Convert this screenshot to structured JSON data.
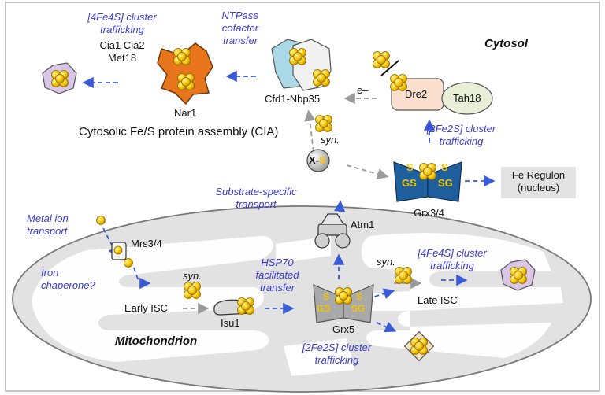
{
  "compartments": {
    "cytosol": "Cytosol",
    "mitochondrion": "Mitochondrion"
  },
  "labels": {
    "cluster_4fe4s_top": [
      "[4Fe4S] cluster",
      "trafficking"
    ],
    "cia_components": [
      "Cia1 Cia2",
      "Met18"
    ],
    "ntpase": [
      "NTPase",
      "cofactor",
      "transfer"
    ],
    "nar1": "Nar1",
    "cfd1_nbp35": "Cfd1-Nbp35",
    "cia_title": "Cytosolic Fe/S protein assembly (CIA)",
    "electron": "e–",
    "dre2": "Dre2",
    "tah18": "Tah18",
    "syn_cyto": "syn.",
    "xs_x": "X-",
    "xs_s": "S",
    "cluster_2fe2s_cyto": [
      "[2Fe2S] cluster",
      "trafficking"
    ],
    "fe_regulon": [
      "Fe Regulon",
      "(nucleus)"
    ],
    "grx34": "Grx3/4",
    "substrate": [
      "Substrate-specific",
      "transport"
    ],
    "atm1": "Atm1",
    "metal_ion": [
      "Metal ion",
      "transport"
    ],
    "mrs34": "Mrs3/4",
    "iron_chaperone": [
      "Iron",
      "chaperone?"
    ],
    "syn_early": "syn.",
    "early_isc": "Early ISC",
    "isu1": "Isu1",
    "hsp70": [
      "HSP70",
      "facilitated",
      "transfer"
    ],
    "grx5": "Grx5",
    "syn_late": "syn.",
    "cluster_4fe4s_mito": [
      "[4Fe4S] cluster",
      "trafficking"
    ],
    "late_isc": "Late ISC",
    "cluster_2fe2s_mito": [
      "[2Fe2S] cluster",
      "trafficking"
    ],
    "gs": "GS",
    "sg": "SG",
    "s": "S"
  },
  "colors": {
    "blue_text": "#3a3ad8",
    "arrow_blue": "#3a5bd8",
    "arrow_gray": "#9a9a9a",
    "nar1_orange": "#e8741c",
    "grx_blue": "#1f5f9e",
    "cluster_yellow": "#f5c400",
    "mito_fill": "#e2e2e2"
  }
}
